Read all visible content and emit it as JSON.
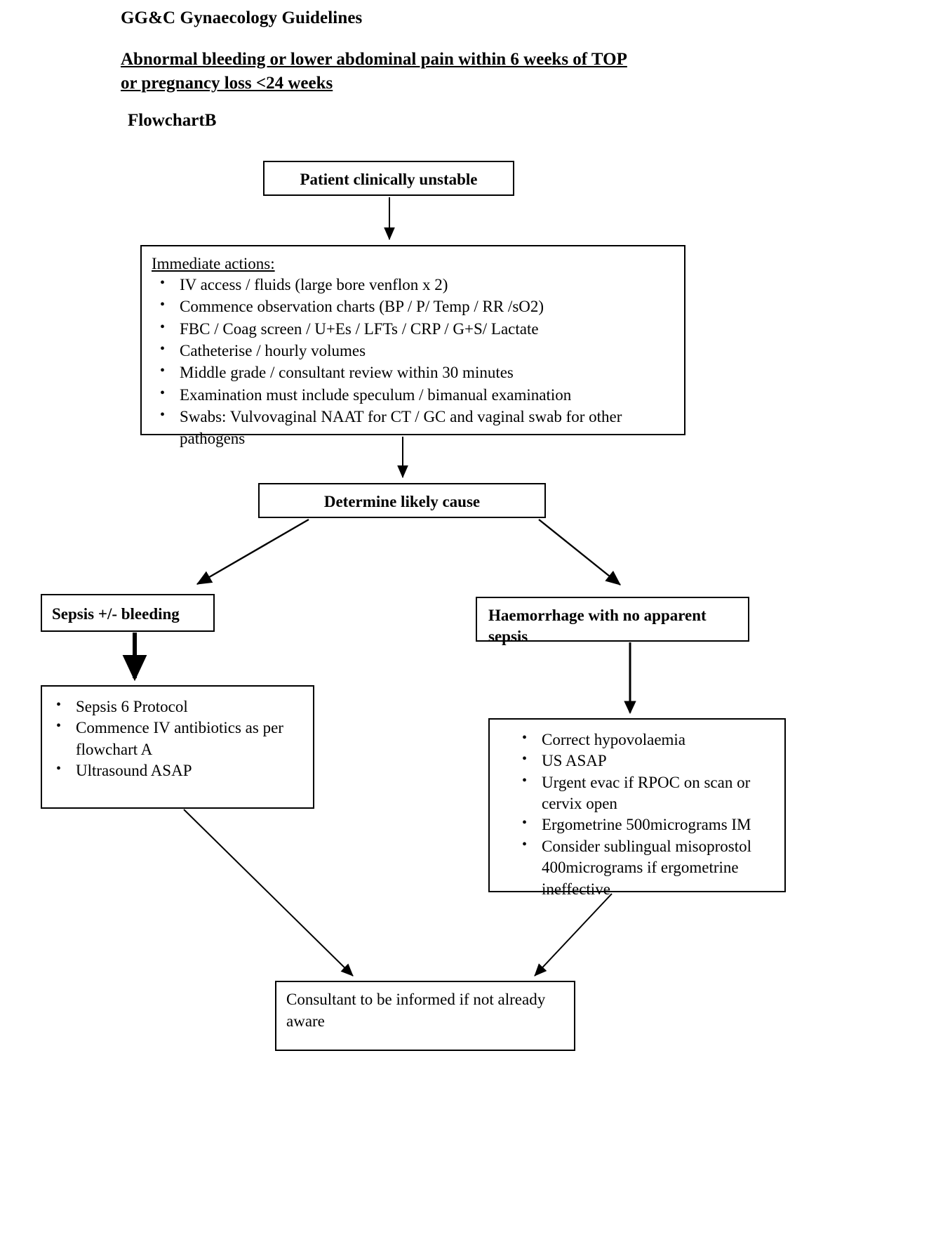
{
  "header": {
    "organisation": "GG&C Gynaecology Guidelines",
    "subtitle": "Abnormal bleeding or lower abdominal pain within 6 weeks of TOP or pregnancy loss <24 weeks",
    "flowchart_label": "FlowchartB"
  },
  "nodes": {
    "unstable": {
      "title": "Patient clinically unstable"
    },
    "immediate_actions": {
      "label": "Immediate actions:",
      "bullets": [
        "IV access / fluids (large bore venflon x 2)",
        "Commence observation charts (BP / P/ Temp / RR /sO2)",
        "FBC / Coag screen / U+Es / LFTs / CRP / G+S/ Lactate",
        "Catheterise / hourly volumes",
        "Middle grade / consultant review within 30 minutes",
        "Examination must include speculum / bimanual examination",
        "Swabs: Vulvovaginal NAAT for CT / GC and vaginal swab for other pathogens"
      ]
    },
    "determine": {
      "title": "Determine likely cause"
    },
    "sepsis": {
      "title": "Sepsis +/- bleeding"
    },
    "haemorrhage": {
      "title": "Haemorrhage with no apparent sepsis"
    },
    "sepsis_actions": {
      "bullets": [
        "Sepsis 6 Protocol",
        "Commence IV antibiotics as per flowchart A",
        "Ultrasound ASAP"
      ]
    },
    "haemorrhage_actions": {
      "bullets": [
        "Correct hypovolaemia",
        "US ASAP",
        "Urgent evac if RPOC on scan or cervix open",
        "Ergometrine 500micrograms IM",
        "Consider sublingual misoprostol 400micrograms if ergometrine ineffective"
      ]
    },
    "consultant": {
      "text": "Consultant to be informed if not already aware"
    }
  },
  "colors": {
    "ink": "#000000",
    "paper": "#ffffff"
  }
}
